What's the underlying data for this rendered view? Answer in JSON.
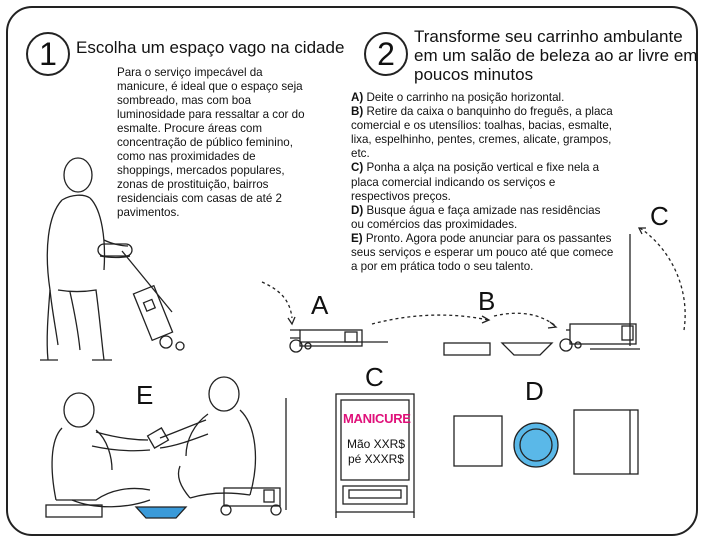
{
  "step1": {
    "number": "1",
    "title": "Escolha um espaço vago na cidade",
    "body": "Para o serviço impecável da manicure, é ideal que o espaço seja sombreado, mas com boa luminosidade para ressaltar a cor do esmalte. Procure áreas com concentração de público feminino, como nas proximidades de shoppings, mercados populares, zonas de prostituição, bairros residenciais com casas de até 2 pavimentos."
  },
  "step2": {
    "number": "2",
    "title": "Transforme seu carrinho ambulante em um salão de beleza ao ar livre em poucos minutos",
    "steps": [
      {
        "key": "A)",
        "text": " Deite o carrinho na posição horizontal."
      },
      {
        "key": "B)",
        "text": " Retire da caixa o banquinho do freguês, a placa comercial e os utensílios: toalhas, bacias, esmalte, lixa, espelhinho, pentes, cremes, alicate, grampos, etc."
      },
      {
        "key": "C)",
        "text": " Ponha a alça na posição vertical e fixe nela a placa comercial indicando os serviços e respectivos preços."
      },
      {
        "key": "D)",
        "text": " Busque água e faça amizade nas residências ou comércios das proximidades."
      },
      {
        "key": "E)",
        "text": " Pronto. Agora pode anunciar para os passantes seus serviços e esperar um pouco até que comece a por em prática todo o seu talento."
      }
    ]
  },
  "labels": {
    "a": "A",
    "b": "B",
    "c_top": "C",
    "c_sign": "C",
    "d": "D",
    "e": "E"
  },
  "sign": {
    "title": "MANICURE",
    "line1": "Mão XXR$",
    "line2": "pé XXXR$"
  },
  "colors": {
    "sign_title": "#e0117a",
    "basin_blue": "#3a9ad9",
    "bowl_blue": "#5ab8e8"
  }
}
